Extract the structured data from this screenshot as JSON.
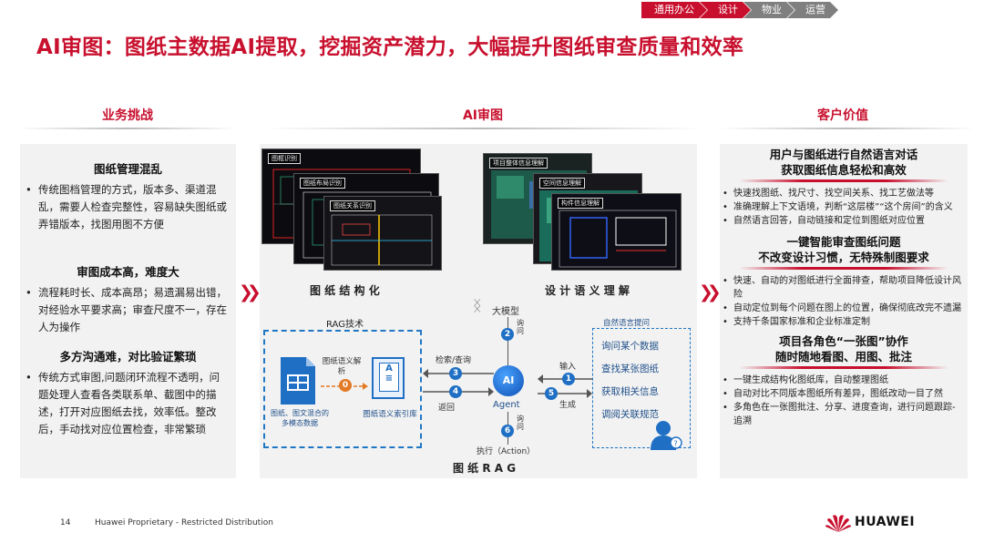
{
  "nav": {
    "tabs": [
      "通用办公",
      "设计",
      "物业",
      "运营"
    ]
  },
  "title": "AI审图：图纸主数据AI提取，挖掘资产潜力，大幅提升图纸审查质量和效率",
  "left": {
    "heading": "业务挑战",
    "s1": {
      "title": "图纸管理混乱",
      "text": "传统图档管理的方式，版本多、渠道混乱，需要人检查完整性，容易缺失图纸或弄错版本，找图用图不方便"
    },
    "s2": {
      "title": "审图成本高，难度大",
      "text": "流程耗时长、成本高昂；易遗漏易出错，对经验水平要求高；审查尺度不一，存在人为操作"
    },
    "s3": {
      "title": "多方沟通难，对比验证繁琐",
      "text": "传统方式审图,问题闭环流程不透明，问题处理人查看各类联系单、截图中的描述，打开对应图纸去找，效率低。整改后，手动找对应位置检查，非常繁琐"
    }
  },
  "center": {
    "heading": "AI审图",
    "shots_left": [
      "图框识别",
      "图纸布局识别",
      "图纸关系识别"
    ],
    "shots_right": [
      "项目整体信息理解",
      "空间信息理解",
      "构件信息理解"
    ],
    "label_struct": "图 纸 结 构 化",
    "label_semantic": "设 计 语 义 理 解",
    "rag_title": "RAG技术",
    "doc_caption": "图纸、图文混合的多模态数据",
    "idx_caption": "图纸语义索引库",
    "sem_parse": "图纸语义解析",
    "retrieve": "检索/查询",
    "return_lbl": "返回",
    "big_model": "大模型",
    "ask": "询问",
    "agent": "Agent",
    "input_lbl": "输入",
    "gen_lbl": "生成",
    "action": "执行（Action）",
    "nl_title": "自然语言提问",
    "queries": [
      "询问某个数据",
      "查找某张图纸",
      "获取相关信息",
      "调阅关联规范"
    ],
    "rag_label": "图 纸 R A G",
    "nums": [
      "0",
      "1",
      "2",
      "3",
      "4",
      "5",
      "6"
    ]
  },
  "right": {
    "heading": "客户价值",
    "b1": {
      "title1": "用户与图纸进行自然语言对话",
      "title2": "获取图纸信息轻松和高效",
      "items": [
        "快速找图纸、找尺寸、找空间关系、找工艺做法等",
        "准确理解上下文语境，判断“这层楼”“这个房间”的含义",
        "自然语言回答，自动链接和定位到图纸对应位置"
      ]
    },
    "b2": {
      "title1": "一键智能审查图纸问题",
      "title2": "不改变设计习惯，无特殊制图要求",
      "items": [
        "快速、自动的对图纸进行全面排查，帮助项目降低设计风险",
        "自动定位到每个问题在图上的位置，确保彻底改完不遗漏",
        "支持千条国家标准和企业标准定制"
      ]
    },
    "b3": {
      "title1": "项目各角色“一张图”协作",
      "title2": "随时随地看图、用图、批注",
      "items": [
        "一键生成结构化图纸库，自动整理图纸",
        "自动对比不同版本图纸所有差异，图纸改动一目了然",
        "多角色在一张图批注、分享、进度查询，进行问题跟踪-追溯"
      ]
    }
  },
  "footer": {
    "page": "14",
    "text": "Huawei Proprietary - Restricted Distribution",
    "brand": "HUAWEI"
  },
  "colors": {
    "accent": "#c8102e",
    "blue": "#1f77c4",
    "grey_tab": "#7f7f7f"
  }
}
